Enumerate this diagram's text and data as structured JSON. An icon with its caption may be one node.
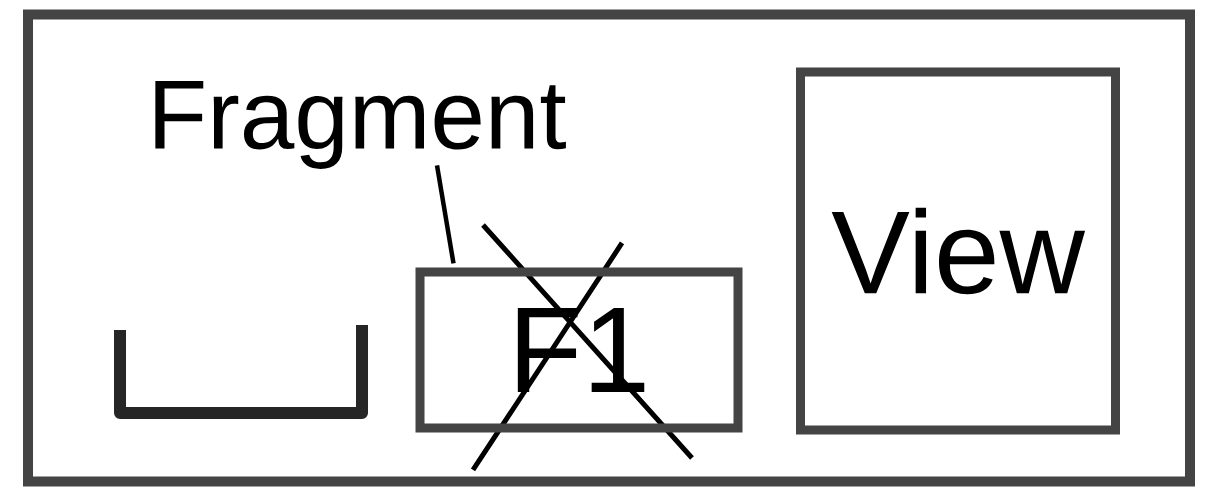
{
  "diagram": {
    "nodes": [
      {
        "text": [],
        "shape": "box"
      },
      {
        "text": [
          "Fragment"
        ],
        "in": 0
      },
      {
        "text": [
          "F1"
        ],
        "in": 0
      },
      {
        "text": [
          "View"
        ],
        "in": 0
      }
    ],
    "edges": [
      {
        "from": 1,
        "to": 2,
        "arrow": "none"
      }
    ]
  }
}
